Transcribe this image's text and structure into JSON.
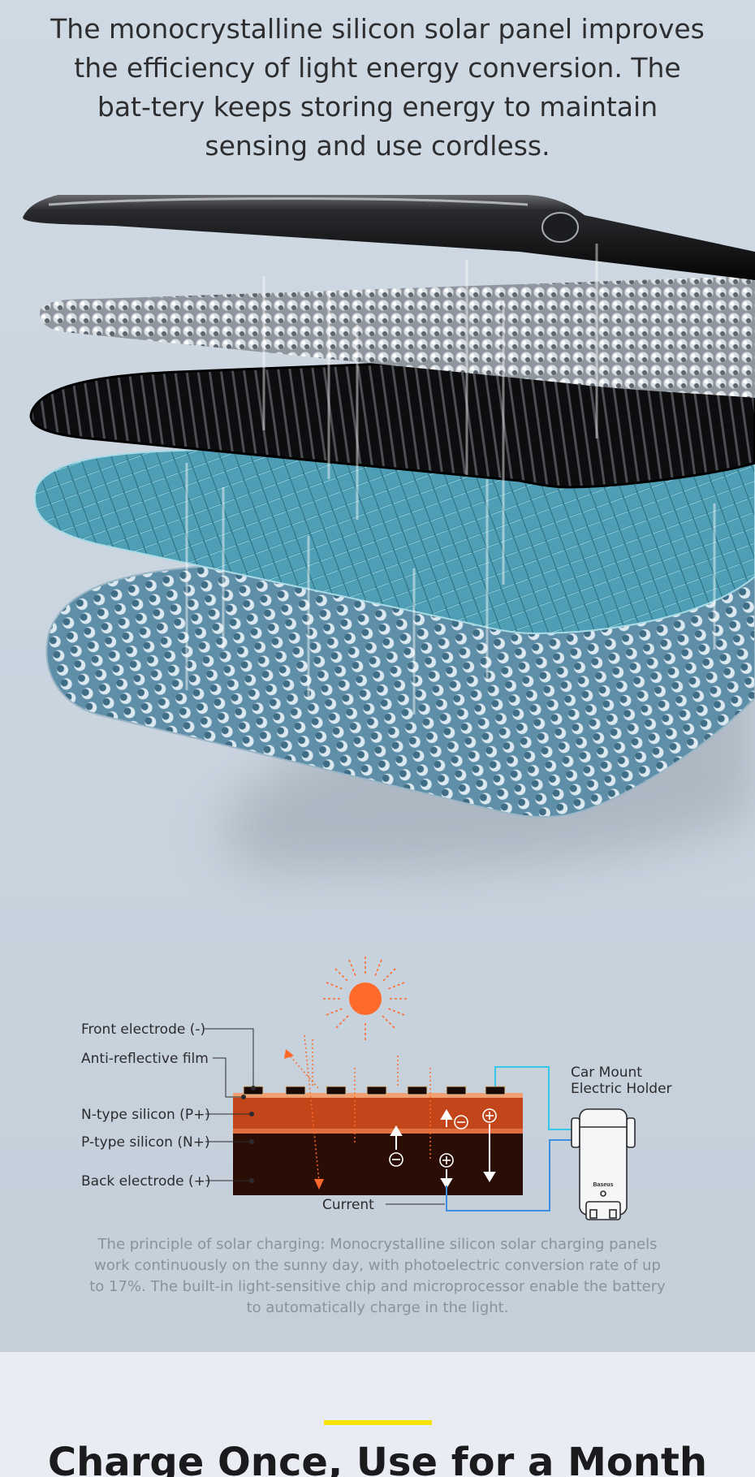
{
  "intro": {
    "text": "The monocrystalline silicon solar panel improves the efficiency of light energy conversion. The bat-tery keeps storing energy to maintain sensing and use cordless."
  },
  "diagram": {
    "labels": {
      "front_electrode": "Front electrode (-)",
      "anti_reflective_film": "Anti-reflective film",
      "n_type_silicon": "N-type silicon (P+)",
      "p_type_silicon": "P-type silicon (N+)",
      "back_electrode": "Back electrode (+)",
      "current": "Current",
      "holder_line1": "Car Mount",
      "holder_line2": "Electric Holder",
      "holder_brand": "Baseus"
    },
    "colors": {
      "sun": "#ff6a2a",
      "n_layer": "#c2461a",
      "p_layer": "#2a0e05",
      "wire_cyan": "#35c6e8",
      "wire_blue": "#3e8fe0"
    }
  },
  "caption": {
    "text": "The principle of solar charging: Monocrystalline silicon solar charging panels work continuously on the sunny day, with photoelectric conversion rate of up to 17%. The built-in light-sensitive chip and microprocessor enable the battery to automatically charge in the light."
  },
  "footer": {
    "headline": "Charge Once, Use for a Month",
    "accent_color": "#f7e400"
  }
}
